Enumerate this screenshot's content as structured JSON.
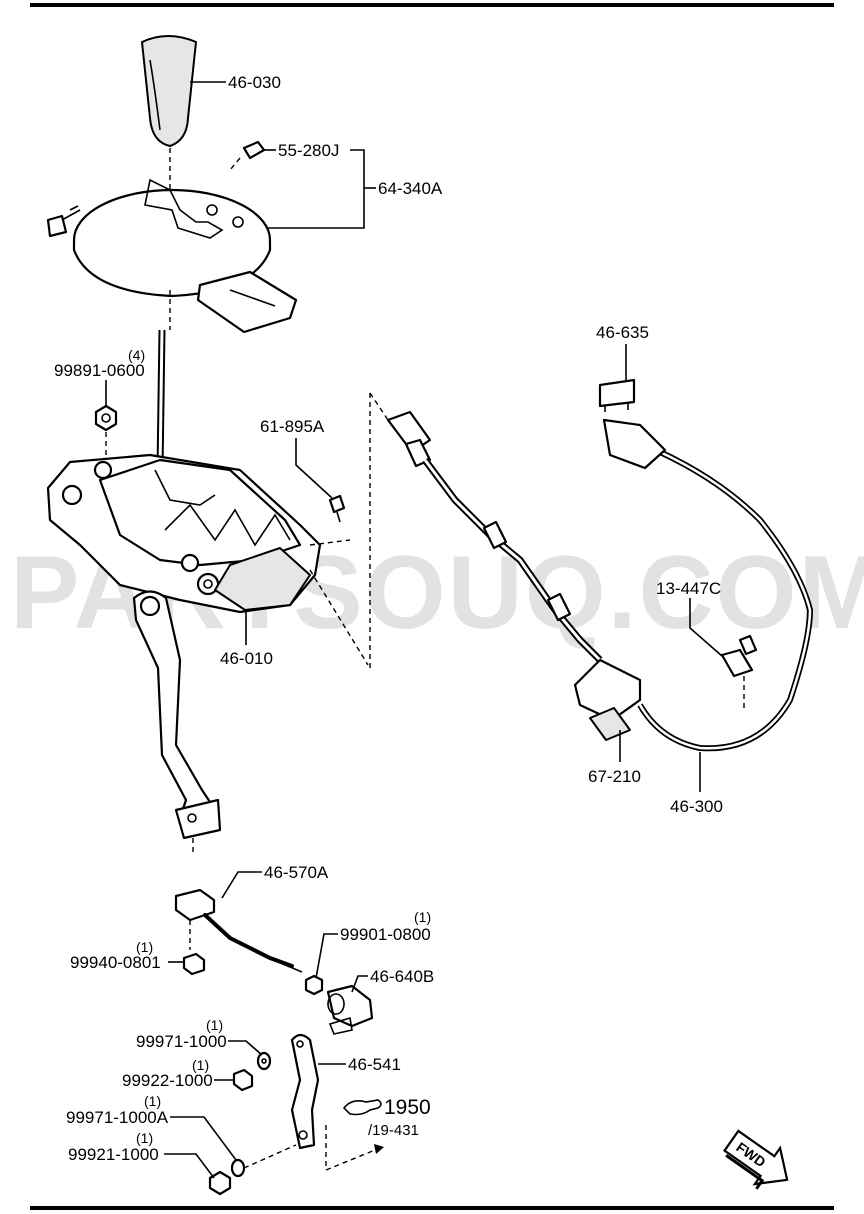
{
  "watermark": "PARTSOUQ.COM",
  "callouts": [
    {
      "id": "knob",
      "number": "46-030",
      "qty": ""
    },
    {
      "id": "bulb",
      "number": "55-280J",
      "qty": ""
    },
    {
      "id": "indicator-panel",
      "number": "64-340A",
      "qty": ""
    },
    {
      "id": "nut-top",
      "number": "99891-0600",
      "qty": "(4)"
    },
    {
      "id": "screw",
      "number": "61-895A",
      "qty": ""
    },
    {
      "id": "shifter-base",
      "number": "46-010",
      "qty": ""
    },
    {
      "id": "clip",
      "number": "46-635",
      "qty": ""
    },
    {
      "id": "clip2",
      "number": "13-447C",
      "qty": ""
    },
    {
      "id": "cable-switch",
      "number": "67-210",
      "qty": ""
    },
    {
      "id": "cable",
      "number": "46-300",
      "qty": ""
    },
    {
      "id": "rod",
      "number": "46-570A",
      "qty": ""
    },
    {
      "id": "nut-rod",
      "number": "99940-0801",
      "qty": "(1)"
    },
    {
      "id": "nut-small",
      "number": "99901-0800",
      "qty": "(1)"
    },
    {
      "id": "bushing",
      "number": "46-640B",
      "qty": ""
    },
    {
      "id": "washer-a",
      "number": "99971-1000",
      "qty": "(1)"
    },
    {
      "id": "lever",
      "number": "46-541",
      "qty": ""
    },
    {
      "id": "nut-b",
      "number": "99922-1000",
      "qty": "(1)"
    },
    {
      "id": "washer-c",
      "number": "99971-1000A",
      "qty": "(1)"
    },
    {
      "id": "nut-d",
      "number": "99921-1000",
      "qty": "(1)"
    }
  ],
  "reference": {
    "group": "1950",
    "sub": "/19-431"
  },
  "direction_arrow": "FWD"
}
